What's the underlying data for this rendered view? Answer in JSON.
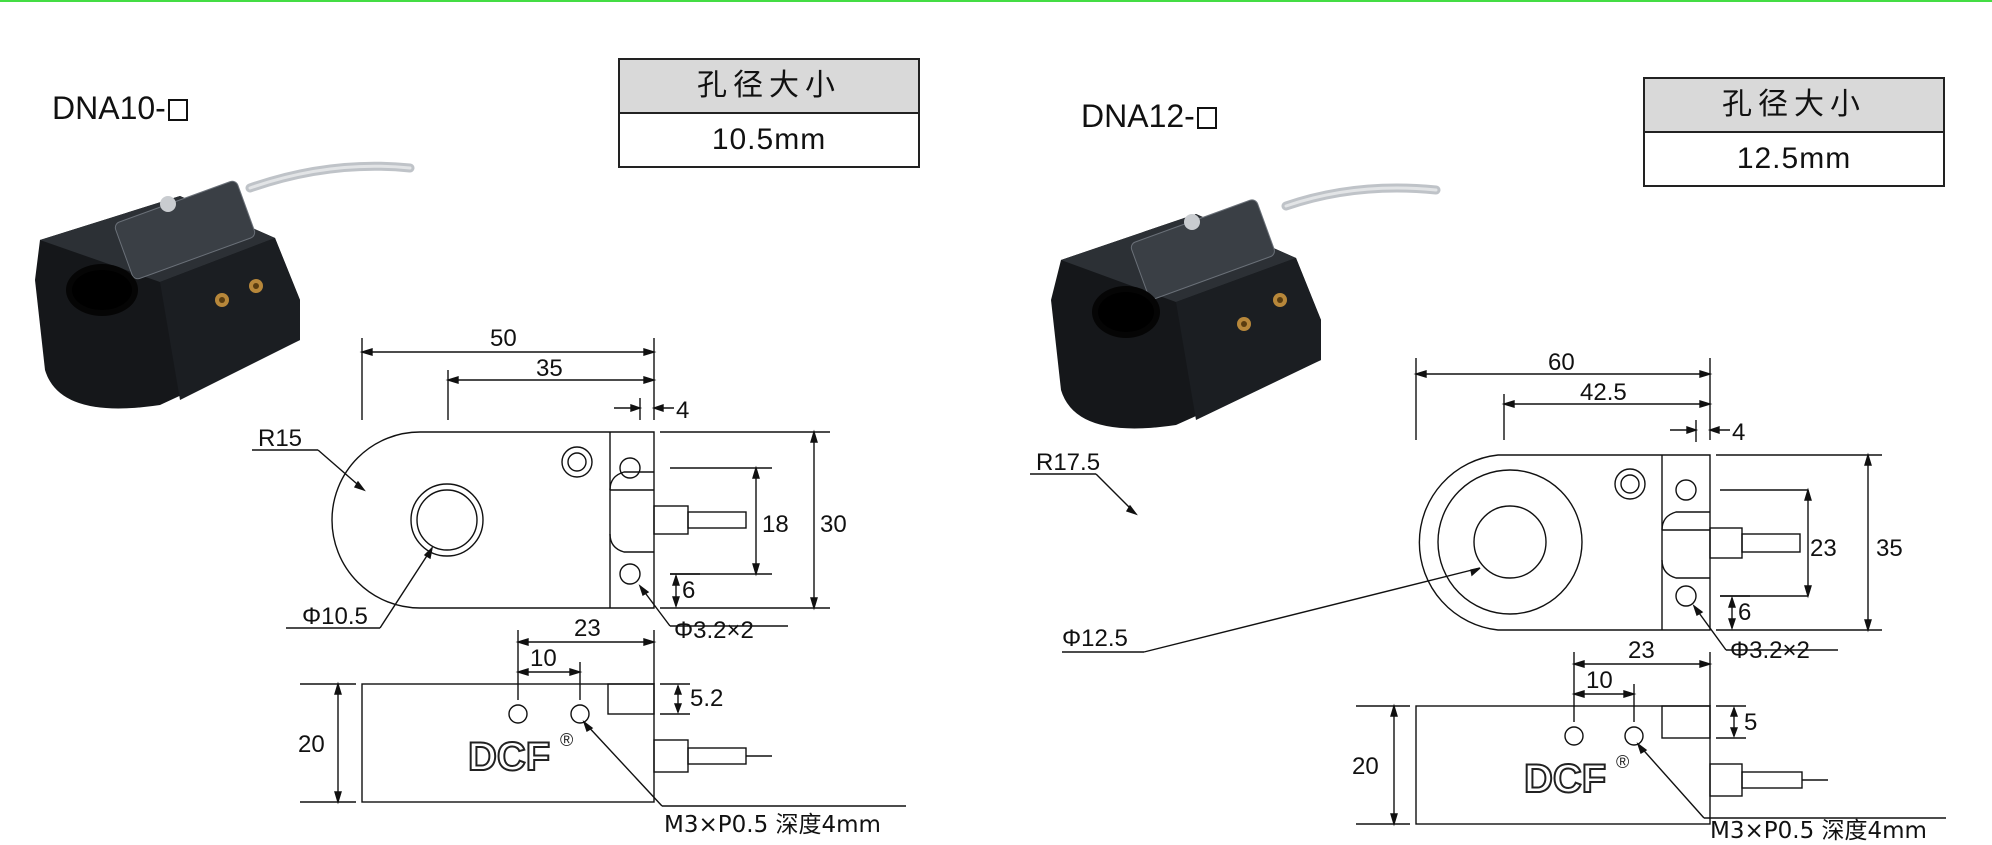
{
  "colors": {
    "top_line": "#44dd44",
    "sensor_body": "#1f2226",
    "cable": "#c9ccd0"
  },
  "left": {
    "model_prefix": "DNA10-",
    "spec_header": "孔径大小",
    "spec_value": "10.5mm",
    "dims": {
      "length": "50",
      "hole_offset": "35",
      "tab": "4",
      "radius": "R15",
      "inner_h": "18",
      "height": "30",
      "mount_offset": "6",
      "hole_dia": "Φ10.5",
      "mount_dia": "Φ3.2×2",
      "side_23": "23",
      "side_10": "10",
      "side_slot": "5.2",
      "side_h": "20",
      "thread": "M3×P0.5 深度4mm"
    },
    "logo": "DCF",
    "logo_reg": "®"
  },
  "right": {
    "model_prefix": "DNA12-",
    "spec_header": "孔径大小",
    "spec_value": "12.5mm",
    "dims": {
      "length": "60",
      "hole_offset": "42.5",
      "tab": "4",
      "radius": "R17.5",
      "inner_h": "23",
      "height": "35",
      "mount_offset": "6",
      "hole_dia": "Φ12.5",
      "mount_dia": "Φ3.2×2",
      "side_23": "23",
      "side_10": "10",
      "side_slot": "5",
      "side_h": "20",
      "thread": "M3×P0.5 深度4mm"
    },
    "logo": "DCF",
    "logo_reg": "®"
  }
}
